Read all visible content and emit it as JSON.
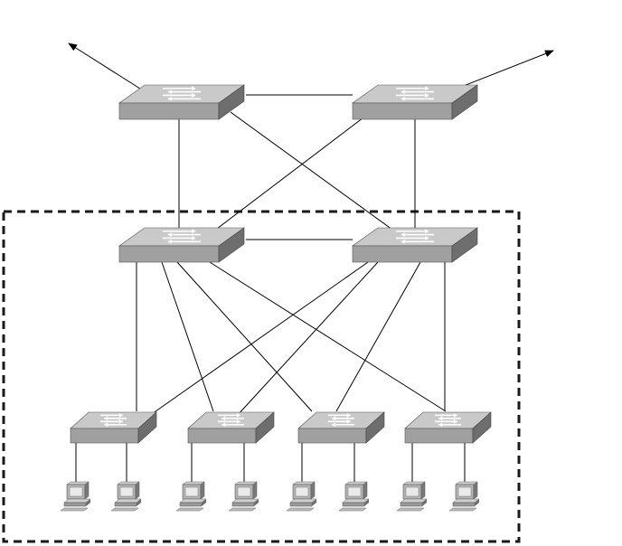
{
  "diagram": {
    "kind": "network-topology",
    "layers": {
      "core": {
        "switch_ids": [
          "core-left",
          "core-right"
        ]
      },
      "distribution": {
        "switch_ids": [
          "dist-left",
          "dist-right"
        ]
      },
      "access": {
        "switch_ids": [
          "access-1",
          "access-2",
          "access-3",
          "access-4"
        ]
      }
    },
    "switches": [
      {
        "id": "core-left",
        "layer": "core",
        "icon": "switch-icon"
      },
      {
        "id": "core-right",
        "layer": "core",
        "icon": "switch-icon"
      },
      {
        "id": "dist-left",
        "layer": "distribution",
        "icon": "switch-icon"
      },
      {
        "id": "dist-right",
        "layer": "distribution",
        "icon": "switch-icon"
      },
      {
        "id": "access-1",
        "layer": "access",
        "icon": "switch-icon"
      },
      {
        "id": "access-2",
        "layer": "access",
        "icon": "switch-icon"
      },
      {
        "id": "access-3",
        "layer": "access",
        "icon": "switch-icon"
      },
      {
        "id": "access-4",
        "layer": "access",
        "icon": "switch-icon"
      }
    ],
    "hosts_per_access_switch": 2,
    "host_icon": "workstation-icon",
    "links": [
      [
        "core-left",
        "core-right"
      ],
      [
        "core-left",
        "dist-left"
      ],
      [
        "core-left",
        "dist-right"
      ],
      [
        "core-right",
        "dist-left"
      ],
      [
        "core-right",
        "dist-right"
      ],
      [
        "dist-left",
        "dist-right"
      ],
      [
        "dist-left",
        "access-1"
      ],
      [
        "dist-left",
        "access-2"
      ],
      [
        "dist-left",
        "access-3"
      ],
      [
        "dist-left",
        "access-4"
      ],
      [
        "dist-right",
        "access-1"
      ],
      [
        "dist-right",
        "access-2"
      ],
      [
        "dist-right",
        "access-3"
      ],
      [
        "dist-right",
        "access-4"
      ]
    ],
    "uplinks": [
      {
        "from": "core-left",
        "direction": "upper-left",
        "icon": "arrow-icon"
      },
      {
        "from": "core-right",
        "direction": "upper-right",
        "icon": "arrow-icon"
      }
    ],
    "boundary": {
      "style": "dashed",
      "encloses": [
        "distribution",
        "access"
      ]
    },
    "colors": {
      "switch_top": "#c9c9c9",
      "switch_front": "#a0a0a0",
      "switch_side": "#6e6e6e",
      "line": "#000000",
      "boundary": "#1a1a1a"
    }
  }
}
